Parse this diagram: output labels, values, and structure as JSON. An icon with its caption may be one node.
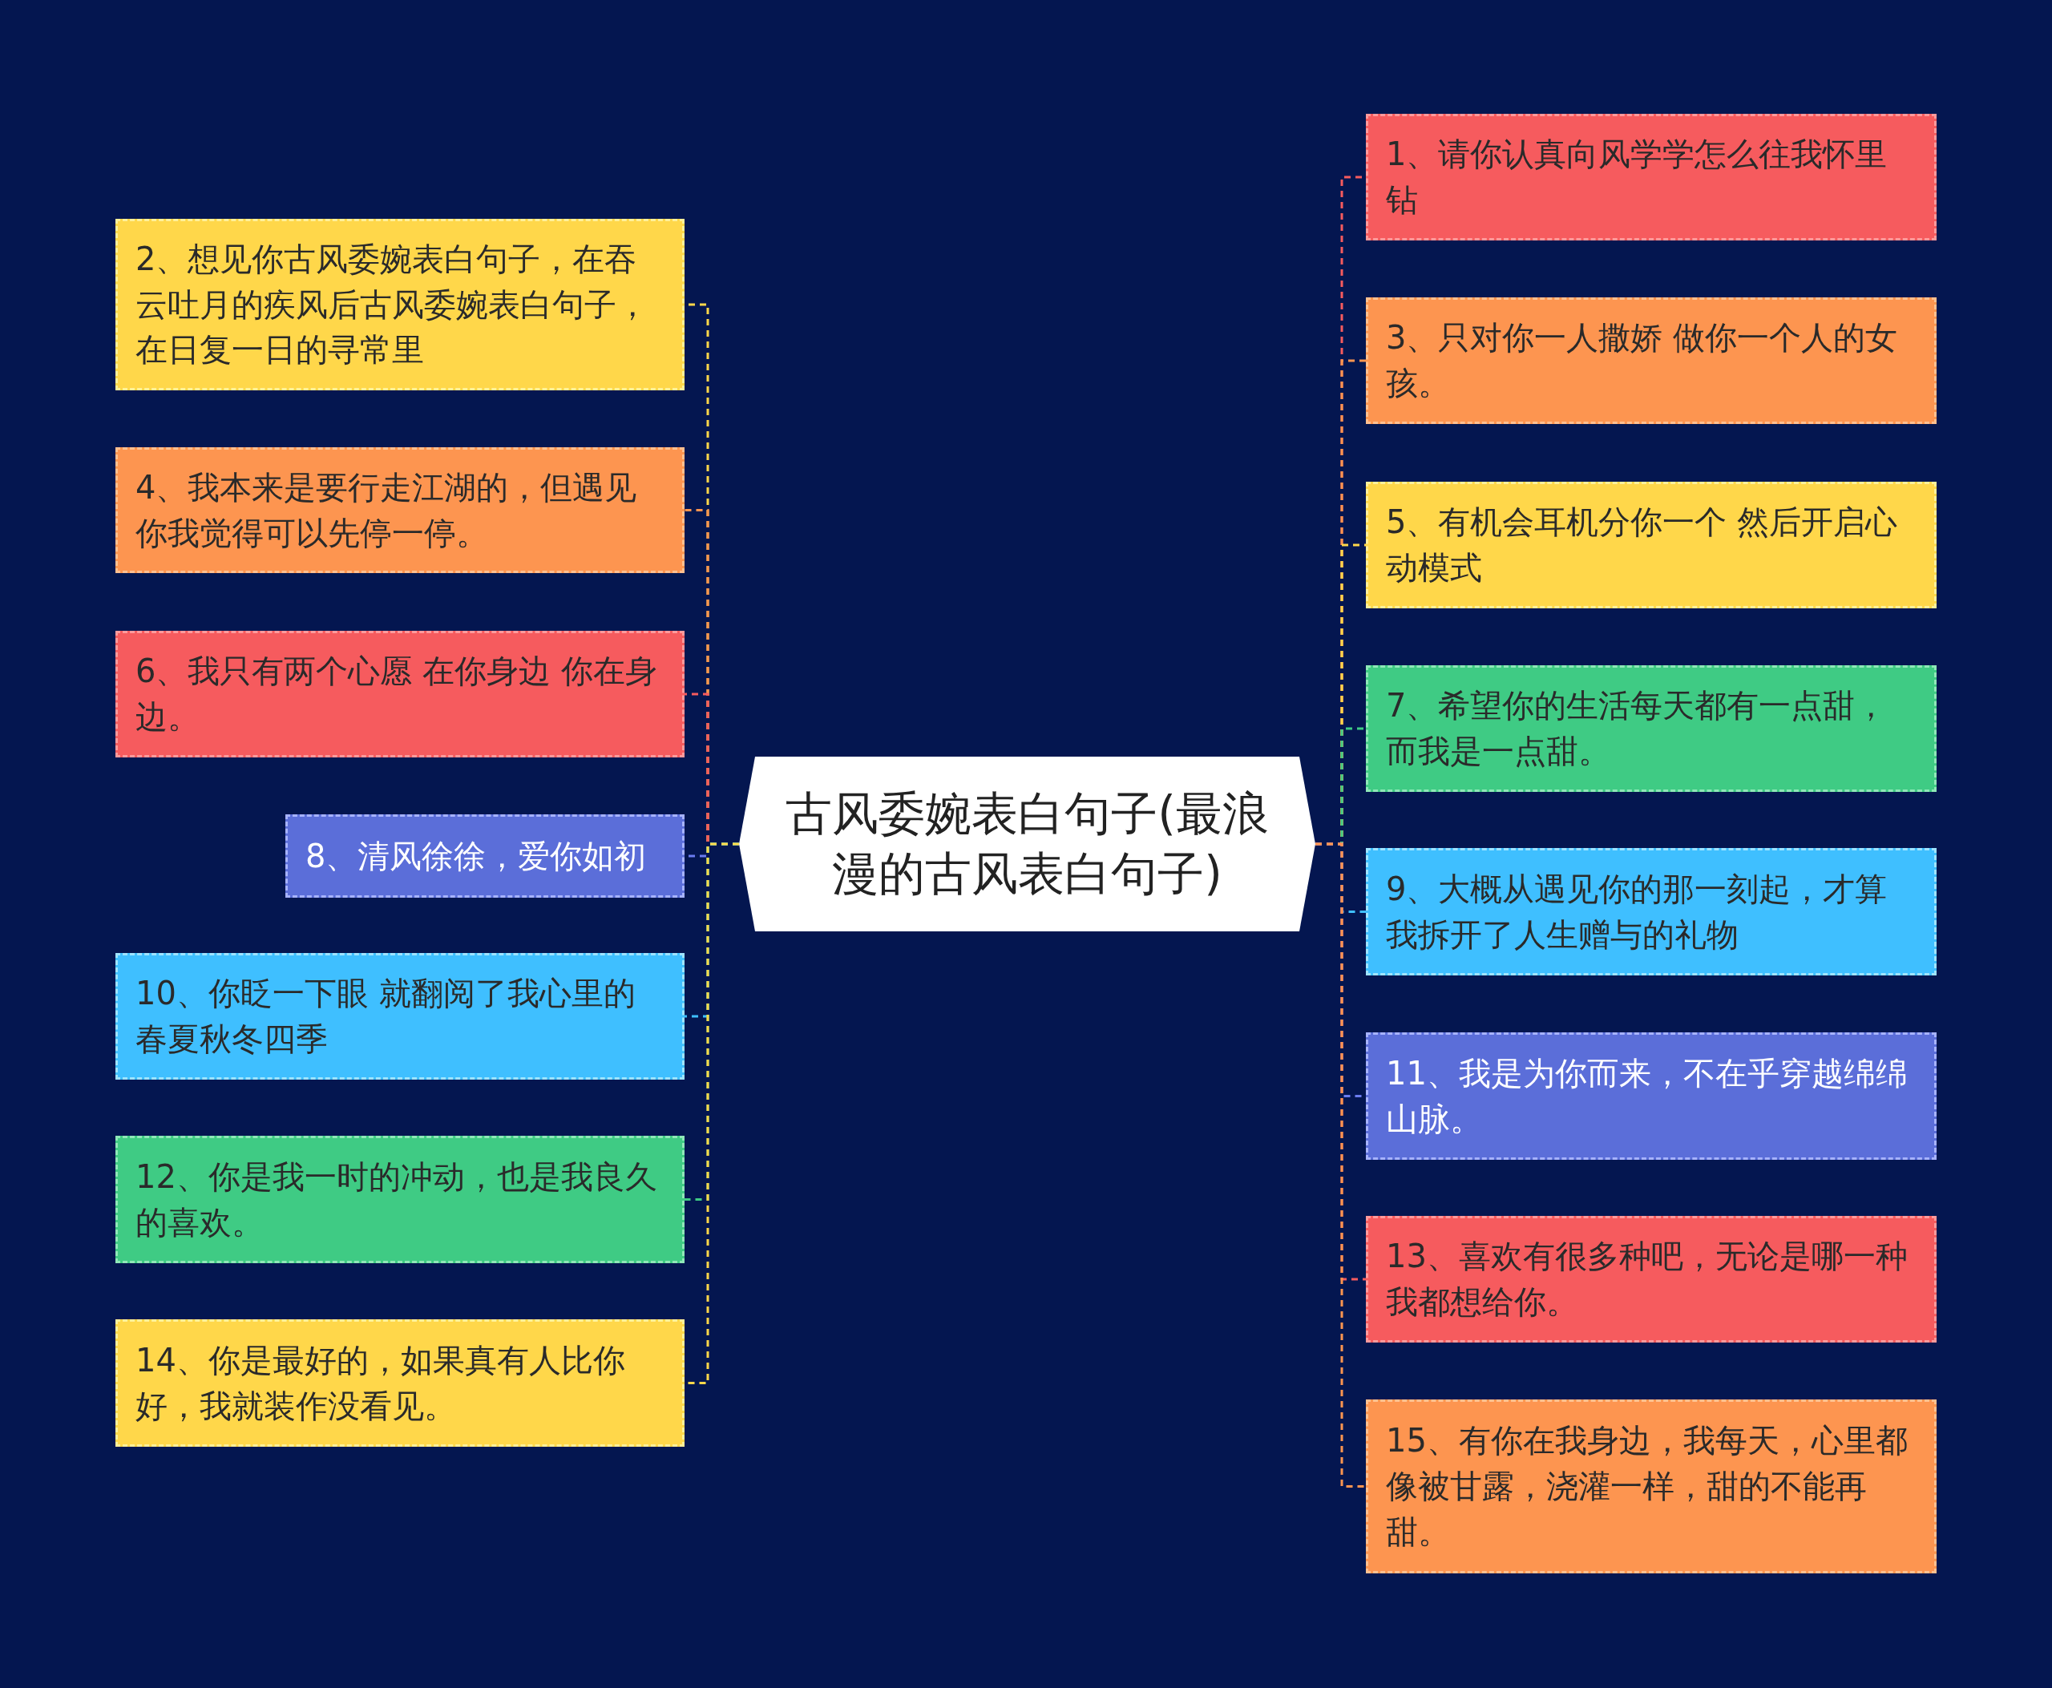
{
  "diagram": {
    "nodes": [
      {
        "text": [
          "古风委婉表白句子(最浪漫的古风表白句子)"
        ]
      },
      {
        "text": [
          "1、请你认真向风学学怎么往我怀里钻"
        ]
      },
      {
        "text": [
          "2、想见你古风委婉表白句子，在吞云吐月的疾风后古风委婉表白句子，在日复一日的寻常里"
        ]
      },
      {
        "text": [
          "3、只对你一人撒娇 做你一个人的女孩。"
        ]
      },
      {
        "text": [
          "4、我本来是要行走江湖的，但遇见你我觉得可以先停一停。"
        ]
      },
      {
        "text": [
          "5、有机会耳机分你一个 然后开启心动模式"
        ]
      },
      {
        "text": [
          "6、我只有两个心愿 在你身边 你在身边。"
        ]
      },
      {
        "text": [
          "7、希望你的生活每天都有一点甜，而我是一点甜。"
        ]
      },
      {
        "text": [
          "8、清风徐徐，爱你如初"
        ]
      },
      {
        "text": [
          "9、大概从遇见你的那一刻起，才算我拆开了人生赠与的礼物"
        ]
      },
      {
        "text": [
          "10、你眨一下眼 就翻阅了我心里的春夏秋冬四季"
        ]
      },
      {
        "text": [
          "11、我是为你而来，不在乎穿越绵绵山脉。"
        ]
      },
      {
        "text": [
          "12、你是我一时的冲动，也是我良久的喜欢。"
        ]
      },
      {
        "text": [
          "13、喜欢有很多种吧，无论是哪一种我都想给你。"
        ]
      },
      {
        "text": [
          "14、你是最好的，如果真有人比你好，我就装作没看见。"
        ]
      },
      {
        "text": [
          "15、有你在我身边，我每天，心里都像被甘露，浇灌一样，甜的不能再甜。"
        ]
      }
    ],
    "edges": [
      {
        "from": 0,
        "to": 1,
        "arrow": "none",
        "style": "dashed",
        "color": "#f65b5e"
      },
      {
        "from": 0,
        "to": 2,
        "arrow": "none",
        "style": "dashed",
        "color": "#ffd74a"
      },
      {
        "from": 0,
        "to": 3,
        "arrow": "none",
        "style": "dashed",
        "color": "#fd9550"
      },
      {
        "from": 0,
        "to": 4,
        "arrow": "none",
        "style": "dashed",
        "color": "#fd9550"
      },
      {
        "from": 0,
        "to": 5,
        "arrow": "none",
        "style": "dashed",
        "color": "#ffd74a"
      },
      {
        "from": 0,
        "to": 6,
        "arrow": "none",
        "style": "dashed",
        "color": "#f65b5e"
      },
      {
        "from": 0,
        "to": 7,
        "arrow": "none",
        "style": "dashed",
        "color": "#3fcb84"
      },
      {
        "from": 0,
        "to": 8,
        "arrow": "none",
        "style": "dashed",
        "color": "#6b7cf0"
      },
      {
        "from": 0,
        "to": 9,
        "arrow": "none",
        "style": "dashed",
        "color": "#3fbfff"
      },
      {
        "from": 0,
        "to": 10,
        "arrow": "none",
        "style": "dashed",
        "color": "#3fbfff"
      },
      {
        "from": 0,
        "to": 11,
        "arrow": "none",
        "style": "dashed",
        "color": "#6b7cf0"
      },
      {
        "from": 0,
        "to": 12,
        "arrow": "none",
        "style": "dashed",
        "color": "#3fcb84"
      },
      {
        "from": 0,
        "to": 13,
        "arrow": "none",
        "style": "dashed",
        "color": "#f65b5e"
      },
      {
        "from": 0,
        "to": 14,
        "arrow": "none",
        "style": "dashed",
        "color": "#ffd74a"
      },
      {
        "from": 0,
        "to": 15,
        "arrow": "none",
        "style": "dashed",
        "color": "#fd9550"
      }
    ]
  }
}
